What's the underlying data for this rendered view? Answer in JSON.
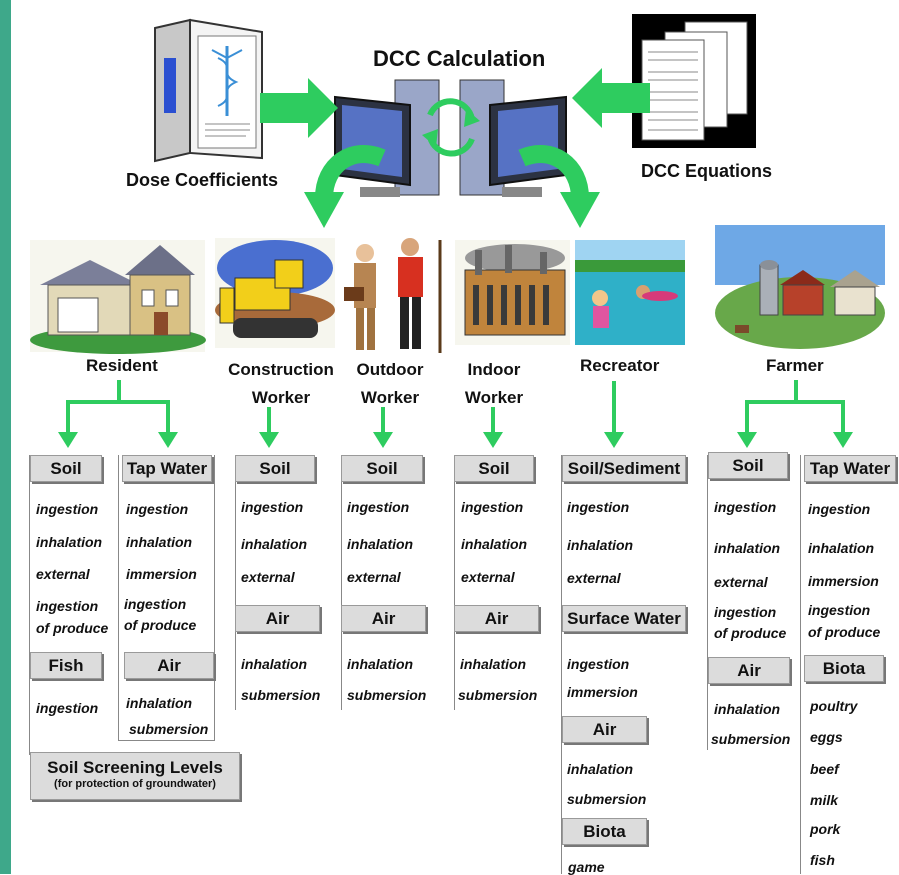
{
  "top": {
    "calc_title": "DCC Calculation",
    "dose_label": "Dose Coefficients",
    "eq_label": "DCC Equations"
  },
  "receptors": {
    "resident": "Resident",
    "construction_1": "Construction",
    "construction_2": "Worker",
    "outdoor_1": "Outdoor",
    "outdoor_2": "Worker",
    "indoor_1": "Indoor",
    "indoor_2": "Worker",
    "recreator": "Recreator",
    "farmer": "Farmer"
  },
  "resident": {
    "soil": {
      "label": "Soil",
      "items": [
        "ingestion",
        "inhalation",
        "external",
        "ingestion",
        "of produce"
      ]
    },
    "fish": {
      "label": "Fish",
      "items": [
        "ingestion"
      ]
    },
    "tap": {
      "label": "Tap Water",
      "items": [
        "ingestion",
        "inhalation",
        "immersion",
        "ingestion",
        "of produce"
      ]
    },
    "air": {
      "label": "Air",
      "items": [
        "inhalation",
        "submersion"
      ]
    },
    "ssl": {
      "label": "Soil Screening Levels",
      "note": "(for protection of groundwater)"
    }
  },
  "construction": {
    "soil": {
      "label": "Soil",
      "items": [
        "ingestion",
        "inhalation",
        "external"
      ]
    },
    "air": {
      "label": "Air",
      "items": [
        "inhalation",
        "submersion"
      ]
    }
  },
  "outdoor": {
    "soil": {
      "label": "Soil",
      "items": [
        "ingestion",
        "inhalation",
        "external"
      ]
    },
    "air": {
      "label": "Air",
      "items": [
        "inhalation",
        "submersion"
      ]
    }
  },
  "indoor": {
    "soil": {
      "label": "Soil",
      "items": [
        "ingestion",
        "inhalation",
        "external"
      ]
    },
    "air": {
      "label": "Air",
      "items": [
        "inhalation",
        "submersion"
      ]
    }
  },
  "recreator": {
    "soil": {
      "label": "Soil/Sediment",
      "items": [
        "ingestion",
        "inhalation",
        "external"
      ]
    },
    "water": {
      "label": "Surface Water",
      "items": [
        "ingestion",
        "immersion"
      ]
    },
    "air": {
      "label": "Air",
      "items": [
        "inhalation",
        "submersion"
      ]
    },
    "biota": {
      "label": "Biota",
      "items": [
        "game"
      ]
    }
  },
  "farmer": {
    "soil": {
      "label": "Soil",
      "items": [
        "ingestion",
        "inhalation",
        "external",
        "ingestion",
        "of produce"
      ]
    },
    "air": {
      "label": "Air",
      "items": [
        "inhalation",
        "submersion"
      ]
    },
    "tap": {
      "label": "Tap Water",
      "items": [
        "ingestion",
        "inhalation",
        "immersion",
        "ingestion",
        "of produce"
      ]
    },
    "biota": {
      "label": "Biota",
      "items": [
        "poultry",
        "eggs",
        "beef",
        "milk",
        "pork",
        "fish"
      ]
    }
  },
  "colors": {
    "arrow": "#2ecc5f",
    "accent_bar": "#3ea88a",
    "header_bg": "#dcdcdc"
  }
}
